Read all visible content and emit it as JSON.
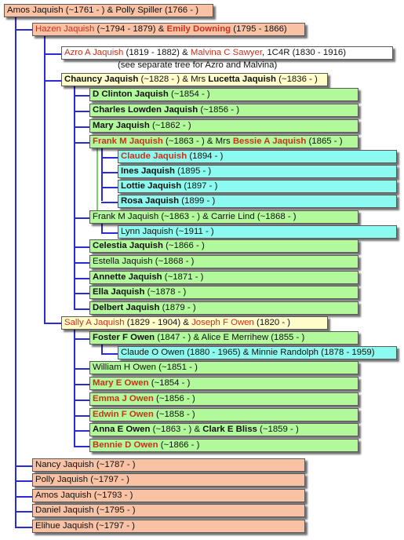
{
  "colors": {
    "salmon": "#f9c2a4",
    "cream": "#fefcc8",
    "green": "#b2f99b",
    "cyan": "#8cfaee",
    "white": "#ffffff",
    "highlight_text": "#c8321c",
    "connector_blue": "#2b2bd6",
    "connector_green": "#7ccf6e"
  },
  "nodes": [
    {
      "color": "salmon",
      "parts": [
        {
          "t": "Amos Jaquish (~1761 - ) & Polly Spiller (1766 - )"
        }
      ]
    },
    {
      "color": "salmon",
      "parts": [
        {
          "t": "Hazen Jaquish",
          "c": "red"
        },
        {
          "t": " (~1794 - 1879) & "
        },
        {
          "t": "Emily Downing",
          "c": "red",
          "b": true
        },
        {
          "t": " (1795 - 1866)"
        }
      ]
    },
    {
      "color": "white",
      "parts": [
        {
          "t": "Azro A Jaquish",
          "c": "red"
        },
        {
          "t": " (1819 - 1882) & "
        },
        {
          "t": "Malvina C Sawyer",
          "c": "red"
        },
        {
          "t": ", 1C4R (1830 - 1916)"
        }
      ]
    },
    {
      "color": "cream",
      "parts": [
        {
          "t": "Chauncy Jaquish",
          "b": true
        },
        {
          "t": " (~1828 - ) & Mrs "
        },
        {
          "t": "Lucetta Jaquish",
          "b": true
        },
        {
          "t": " (~1836 - )"
        }
      ]
    },
    {
      "color": "green",
      "parts": [
        {
          "t": "D Clinton Jaquish",
          "b": true
        },
        {
          "t": " (~1854 - )"
        }
      ]
    },
    {
      "color": "green",
      "parts": [
        {
          "t": "Charles Lowden Jaquish",
          "b": true
        },
        {
          "t": " (~1856 - )"
        }
      ]
    },
    {
      "color": "green",
      "parts": [
        {
          "t": "Mary Jaquish",
          "b": true
        },
        {
          "t": " (~1862 - )"
        }
      ]
    },
    {
      "color": "green",
      "parts": [
        {
          "t": "Frank M Jaquish",
          "c": "red",
          "b": true
        },
        {
          "t": " (~1863 - ) & Mrs "
        },
        {
          "t": "Bessie A Jaquish",
          "c": "red",
          "b": true
        },
        {
          "t": " (1865 - )"
        }
      ]
    },
    {
      "color": "cyan",
      "parts": [
        {
          "t": "Claude Jaquish",
          "c": "red",
          "b": true
        },
        {
          "t": " (1894 - )"
        }
      ]
    },
    {
      "color": "cyan",
      "parts": [
        {
          "t": "Ines Jaquish",
          "b": true
        },
        {
          "t": " (1895 - )"
        }
      ]
    },
    {
      "color": "cyan",
      "parts": [
        {
          "t": "Lottie Jaquish",
          "b": true
        },
        {
          "t": " (1897 - )"
        }
      ]
    },
    {
      "color": "cyan",
      "parts": [
        {
          "t": "Rosa Jaquish",
          "b": true
        },
        {
          "t": " (1899 - )"
        }
      ]
    },
    {
      "color": "green",
      "parts": [
        {
          "t": "Frank M Jaquish (~1863 - ) & Carrie Lind (~1868 - )"
        }
      ]
    },
    {
      "color": "cyan",
      "parts": [
        {
          "t": "Lynn Jaquish (~1911 - )"
        }
      ]
    },
    {
      "color": "green",
      "parts": [
        {
          "t": "Celestia Jaquish",
          "b": true
        },
        {
          "t": " (~1866 - )"
        }
      ]
    },
    {
      "color": "green",
      "parts": [
        {
          "t": "Estella Jaquish (~1868 - )"
        }
      ]
    },
    {
      "color": "green",
      "parts": [
        {
          "t": "Annette Jaquish",
          "b": true
        },
        {
          "t": " (~1871 - )"
        }
      ]
    },
    {
      "color": "green",
      "parts": [
        {
          "t": "Ella Jaquish",
          "b": true
        },
        {
          "t": " (~1878 - )"
        }
      ]
    },
    {
      "color": "green",
      "parts": [
        {
          "t": "Delbert Jaquish",
          "b": true
        },
        {
          "t": " (1879 - )"
        }
      ]
    },
    {
      "color": "cream",
      "parts": [
        {
          "t": "Sally A Jaquish",
          "c": "red"
        },
        {
          "t": " (1829 - 1904) & "
        },
        {
          "t": "Joseph F Owen",
          "c": "red"
        },
        {
          "t": " (1820 - )"
        }
      ]
    },
    {
      "color": "green",
      "parts": [
        {
          "t": "Foster F Owen",
          "b": true
        },
        {
          "t": " (1847 - ) & Alice E Merrihew (1855 - )"
        }
      ]
    },
    {
      "color": "cyan",
      "parts": [
        {
          "t": "Claude O Owen (1880 - 1965) & Minnie Randolph (1878 - 1959)"
        }
      ]
    },
    {
      "color": "green",
      "parts": [
        {
          "t": "William H Owen (~1851 - )"
        }
      ]
    },
    {
      "color": "green",
      "parts": [
        {
          "t": "Mary E Owen",
          "c": "red",
          "b": true
        },
        {
          "t": " (~1854 - )"
        }
      ]
    },
    {
      "color": "green",
      "parts": [
        {
          "t": "Emma J Owen",
          "c": "red",
          "b": true
        },
        {
          "t": " (~1856 - )"
        }
      ]
    },
    {
      "color": "green",
      "parts": [
        {
          "t": "Edwin F Owen",
          "c": "red",
          "b": true
        },
        {
          "t": " (~1858 - )"
        }
      ]
    },
    {
      "color": "green",
      "parts": [
        {
          "t": "Anna E Owen",
          "b": true
        },
        {
          "t": " (~1863 - ) & "
        },
        {
          "t": "Clark E Bliss",
          "b": true
        },
        {
          "t": " (~1859 - )"
        }
      ]
    },
    {
      "color": "green",
      "parts": [
        {
          "t": "Bennie D Owen",
          "c": "red",
          "b": true
        },
        {
          "t": " (~1866 - )"
        }
      ]
    },
    {
      "color": "salmon",
      "parts": [
        {
          "t": "Nancy Jaquish (~1787 - )"
        }
      ]
    },
    {
      "color": "salmon",
      "parts": [
        {
          "t": "Polly Jaquish (~1797 - )"
        }
      ]
    },
    {
      "color": "salmon",
      "parts": [
        {
          "t": "Amos Jaquish (~1793 - )"
        }
      ]
    },
    {
      "color": "salmon",
      "parts": [
        {
          "t": "Daniel Jaquish (~1795 - )"
        }
      ]
    },
    {
      "color": "salmon",
      "parts": [
        {
          "t": "Elihue Jaquish (~1797 - )"
        }
      ]
    }
  ],
  "note": "(see separate tree for Azro and Malvina)"
}
